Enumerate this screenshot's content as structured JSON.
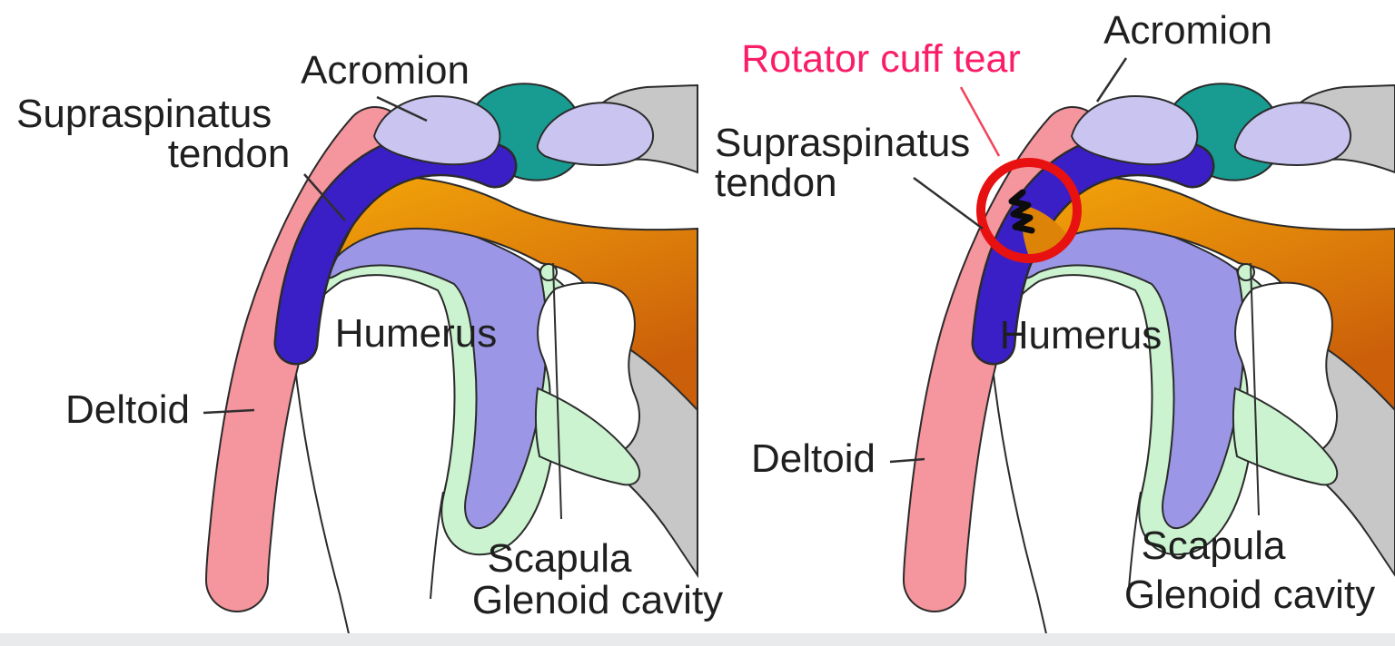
{
  "figure": {
    "title_implied": "Shoulder anatomy: normal vs rotator cuff tear",
    "panels": [
      {
        "id": "normal-shoulder",
        "labels": {
          "acromion": "Acromion",
          "supraspinatus_line1": "Supraspinatus",
          "supraspinatus_line2": "tendon",
          "humerus": "Humerus",
          "deltoid": "Deltoid",
          "scapula": "Scapula",
          "glenoid": "Glenoid cavity"
        }
      },
      {
        "id": "torn-shoulder",
        "annotation": {
          "text": "Rotator cuff tear",
          "color": "#FA1E67"
        },
        "labels": {
          "acromion": "Acromion",
          "supraspinatus_line1": "Supraspinatus",
          "supraspinatus_line2": "tendon",
          "humerus": "Humerus",
          "deltoid": "Deltoid",
          "scapula": "Scapula",
          "glenoid": "Glenoid cavity"
        }
      }
    ]
  },
  "palette": {
    "background": "#ffffff",
    "outline": "#2b2b2b",
    "deltoid_pink": "#F5959D",
    "tendon_indigo": "#3A1FC6",
    "orange_top": "#F4A60A",
    "orange_deep": "#CB5F0A",
    "orange_patch": "#DD8408",
    "capsule_periwinkle": "#9B97E6",
    "labrum_green": "#CBF3CF",
    "acromion_lavender": "#C9C5F0",
    "clavicle_lavender": "#C9C5F0",
    "teal": "#189C92",
    "bone_gray": "#C7C7C7",
    "bone_white": "#ffffff",
    "alert_red": "#E81111",
    "tear_black": "#0c0c0c",
    "leader_black": "#2f2f2f",
    "leader_red": "#F0455A",
    "bottom_strip": "#E9EAEC"
  }
}
